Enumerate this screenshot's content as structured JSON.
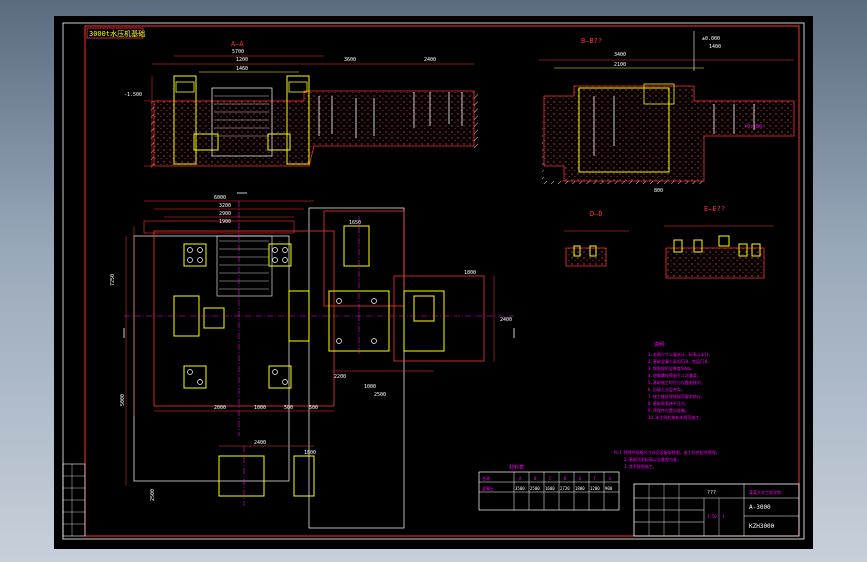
{
  "title_box": {
    "label": "3000t水压机基础"
  },
  "views": {
    "section_aa": "A—A",
    "section_bb": "B—B??",
    "section_dd": "D—D",
    "section_ee": "E—E??"
  },
  "dims": {
    "aa_top": [
      "5700",
      "1200",
      "1460",
      "3600",
      "2400"
    ],
    "bb_top": [
      "3400",
      "2100",
      "1400",
      "800"
    ],
    "plan_left": [
      "6000",
      "3200",
      "2900",
      "1900"
    ],
    "plan_mid": [
      "1650",
      "2200",
      "1000"
    ],
    "plan_right": [
      "1800",
      "2400"
    ],
    "plan_bottom": [
      "2000",
      "1000",
      "500",
      "500",
      "2500"
    ],
    "bottom_block": [
      "2400",
      "1800"
    ],
    "vertical": [
      "7250",
      "5000",
      "2500"
    ]
  },
  "levels": [
    "-1.500",
    "±0.000",
    "+0.150"
  ],
  "notes": {
    "heading": "说明：",
    "lines": [
      "1.本图尺寸以毫米计，标高以米计。",
      "2.基础混凝土采用C20，垫层C10。",
      "3.钢筋保护层厚度50mm。",
      "4.地脚螺栓预留孔二次灌浆。",
      "5.基础施工时应与设备图核对。",
      "6.回填土分层夯实。",
      "7.施工缝处理按规范要求执行。",
      "8.基础表面抹平压光。",
      "9.预埋件位置须准确。",
      "10.未注明处按有关规范施工。"
    ],
    "footnote": [
      "PL1:预埋件规格尺寸详见设备安装图，施工时应配合预埋。",
      "2.基础顶面标高以设备图为准。",
      "3.其余按图施工。"
    ]
  },
  "table": {
    "caption": "材料表",
    "header": [
      "名称",
      "A",
      "B",
      "C",
      "D",
      "E",
      "F",
      "G"
    ],
    "row1": [
      "混凝土",
      "3500",
      "2500",
      "1600",
      "2720",
      "1800",
      "1200",
      "900"
    ]
  },
  "title_block": {
    "school": "某某大学工程学院",
    "drawing": "A-3000",
    "name_line": "???",
    "code": "KZH3000",
    "scale": "1:50",
    "sheet": "1"
  },
  "colors": {
    "frame": "#ff0000",
    "yellow": "#ffff00",
    "white": "#ffffff",
    "magenta": "#ff00ff",
    "cyan": "#00ffff"
  }
}
